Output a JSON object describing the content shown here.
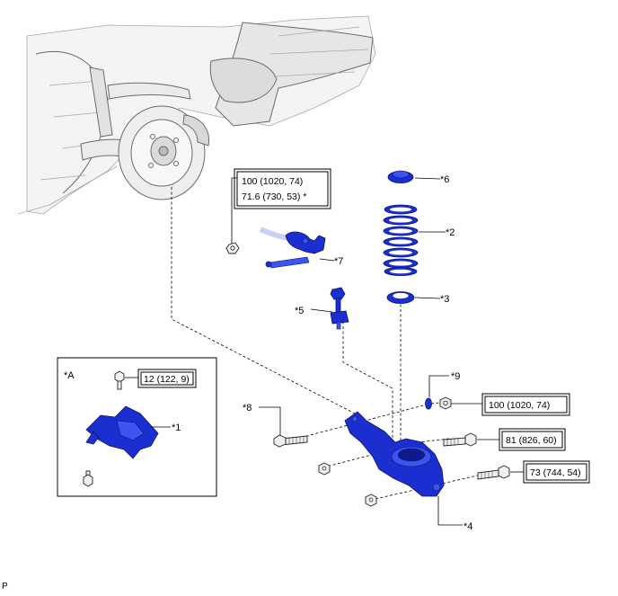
{
  "callouts": {
    "c1": "*1",
    "c2": "*2",
    "c3": "*3",
    "c4": "*4",
    "c5": "*5",
    "c6": "*6",
    "c7": "*7",
    "c8": "*8",
    "c9": "*9",
    "inset": "*A"
  },
  "torques": {
    "stabilizer_link_line1": "100 (1020, 74)",
    "stabilizer_link_line2": "71.6 (730, 53) *",
    "bracket_bolt": "12 (122, 9)",
    "nut_9": "100 (1020, 74)",
    "bolt_upper": "81 (826, 60)",
    "bolt_lower": "73 (744, 54)"
  },
  "footer_code": "P",
  "colors": {
    "part": "#1b2fd0",
    "part_light": "#3c55f0",
    "outline": "#000000",
    "vehicle": "#6b6b6b"
  }
}
